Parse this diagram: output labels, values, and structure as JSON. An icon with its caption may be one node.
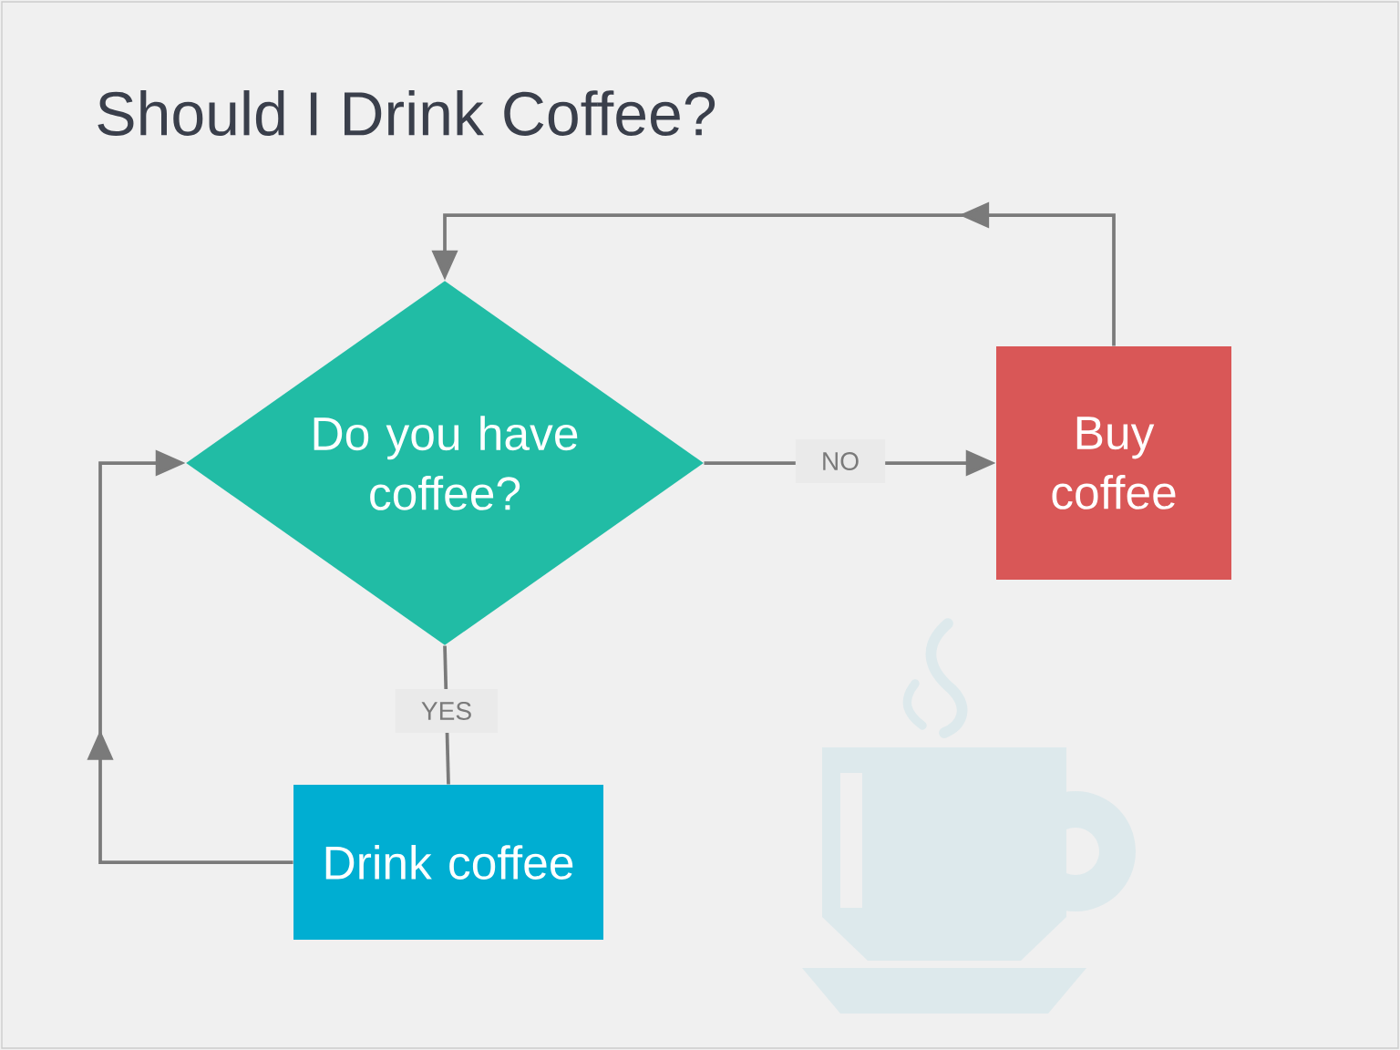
{
  "diagram": {
    "title": "Should I Drink Coffee?",
    "nodes": [
      {
        "text": [
          "Do you have coffee?"
        ]
      },
      {
        "text": [
          "Buy coffee"
        ]
      },
      {
        "text": [
          "Drink coffee"
        ]
      }
    ],
    "edges": [
      {
        "from": 0,
        "to": 1,
        "arrow": "to",
        "label": "NO"
      },
      {
        "from": 1,
        "to": 0,
        "arrow": "to"
      },
      {
        "from": 0,
        "to": 2,
        "arrow": "none",
        "label": "YES"
      },
      {
        "from": 2,
        "to": 0,
        "arrow": "to"
      }
    ]
  }
}
